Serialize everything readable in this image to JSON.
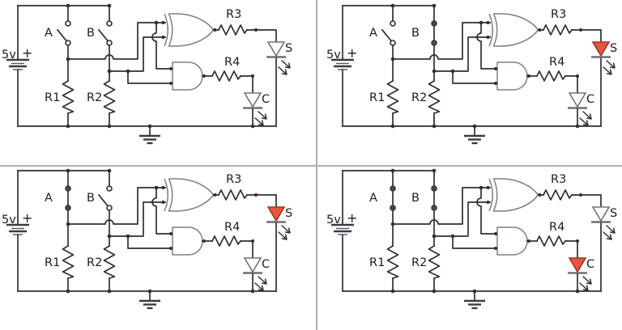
{
  "figure": {
    "description_visible_text_only": "",
    "labels": {
      "voltage": "5v",
      "plus": "+",
      "switch_a": "A",
      "switch_b": "B",
      "r1": "R1",
      "r2": "R2",
      "r3": "R3",
      "r4": "R4",
      "sum": "S",
      "carry": "C"
    }
  },
  "labels": {
    "voltage": "5v",
    "plus": "+",
    "switch_a": "A",
    "switch_b": "B",
    "r1": "R1",
    "r2": "R2",
    "r3": "R3",
    "r4": "R4",
    "sum": "S",
    "carry": "C"
  },
  "panels": [
    {
      "name": "top-left",
      "switch_a": "open",
      "switch_b": "open",
      "led_s": "off",
      "led_c": "off"
    },
    {
      "name": "top-right",
      "switch_a": "open",
      "switch_b": "closed",
      "led_s": "on",
      "led_c": "off"
    },
    {
      "name": "bottom-left",
      "switch_a": "closed",
      "switch_b": "open",
      "led_s": "on",
      "led_c": "off"
    },
    {
      "name": "bottom-right",
      "switch_a": "closed",
      "switch_b": "closed",
      "led_s": "off",
      "led_c": "on"
    }
  ],
  "colors": {
    "wire": "#2e2e36",
    "component_outline": "#7d7d87",
    "led_on_fill": "#e4573f",
    "led_on_border": "#a23524",
    "led_off_fill": "#ffffff",
    "divider": "#aeaeb3",
    "background": "#ffffff",
    "text": "#1d1d22"
  }
}
